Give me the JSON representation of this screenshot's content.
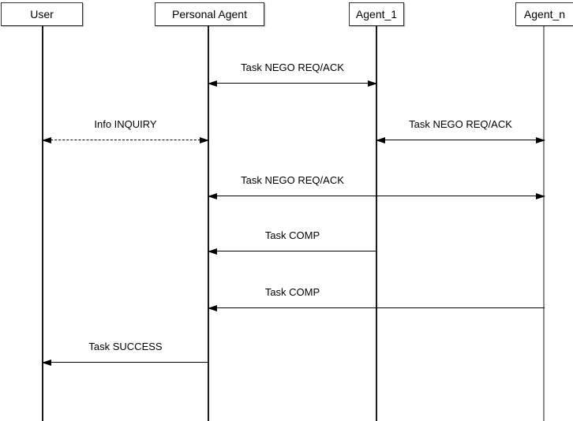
{
  "diagram": {
    "type": "sequence-diagram",
    "actors": [
      {
        "id": "user",
        "name": "User"
      },
      {
        "id": "personal-agent",
        "name": "Personal Agent"
      },
      {
        "id": "agent-1",
        "name": "Agent_1"
      },
      {
        "id": "agent-n",
        "name": "Agent_n"
      }
    ],
    "messages": [
      {
        "label": "Task NEGO REQ/ACK",
        "from": "Personal Agent",
        "to": "Agent_1",
        "arrows": "both",
        "line": "solid"
      },
      {
        "label": "Info INQUIRY",
        "from": "User",
        "to": "Personal Agent",
        "arrows": "both",
        "line": "dashed"
      },
      {
        "label": "Task NEGO REQ/ACK",
        "from": "Agent_1",
        "to": "Agent_n",
        "arrows": "both",
        "line": "solid"
      },
      {
        "label": "Task NEGO REQ/ACK",
        "from": "Personal Agent",
        "to": "Agent_n",
        "arrows": "both",
        "line": "solid"
      },
      {
        "label": "Task COMP",
        "from": "Agent_1",
        "to": "Personal Agent",
        "arrows": "to",
        "line": "solid"
      },
      {
        "label": "Task COMP",
        "from": "Agent_n",
        "to": "Personal Agent",
        "arrows": "to",
        "line": "solid"
      },
      {
        "label": "Task SUCCESS",
        "from": "Personal Agent",
        "to": "User",
        "arrows": "to",
        "line": "solid"
      }
    ],
    "colors": {
      "background": "#ffffff",
      "line": "#000000",
      "box_border": "#333333",
      "box_fill": "#ffffff",
      "agent_n_lifeline": "#8c8c8c"
    }
  }
}
